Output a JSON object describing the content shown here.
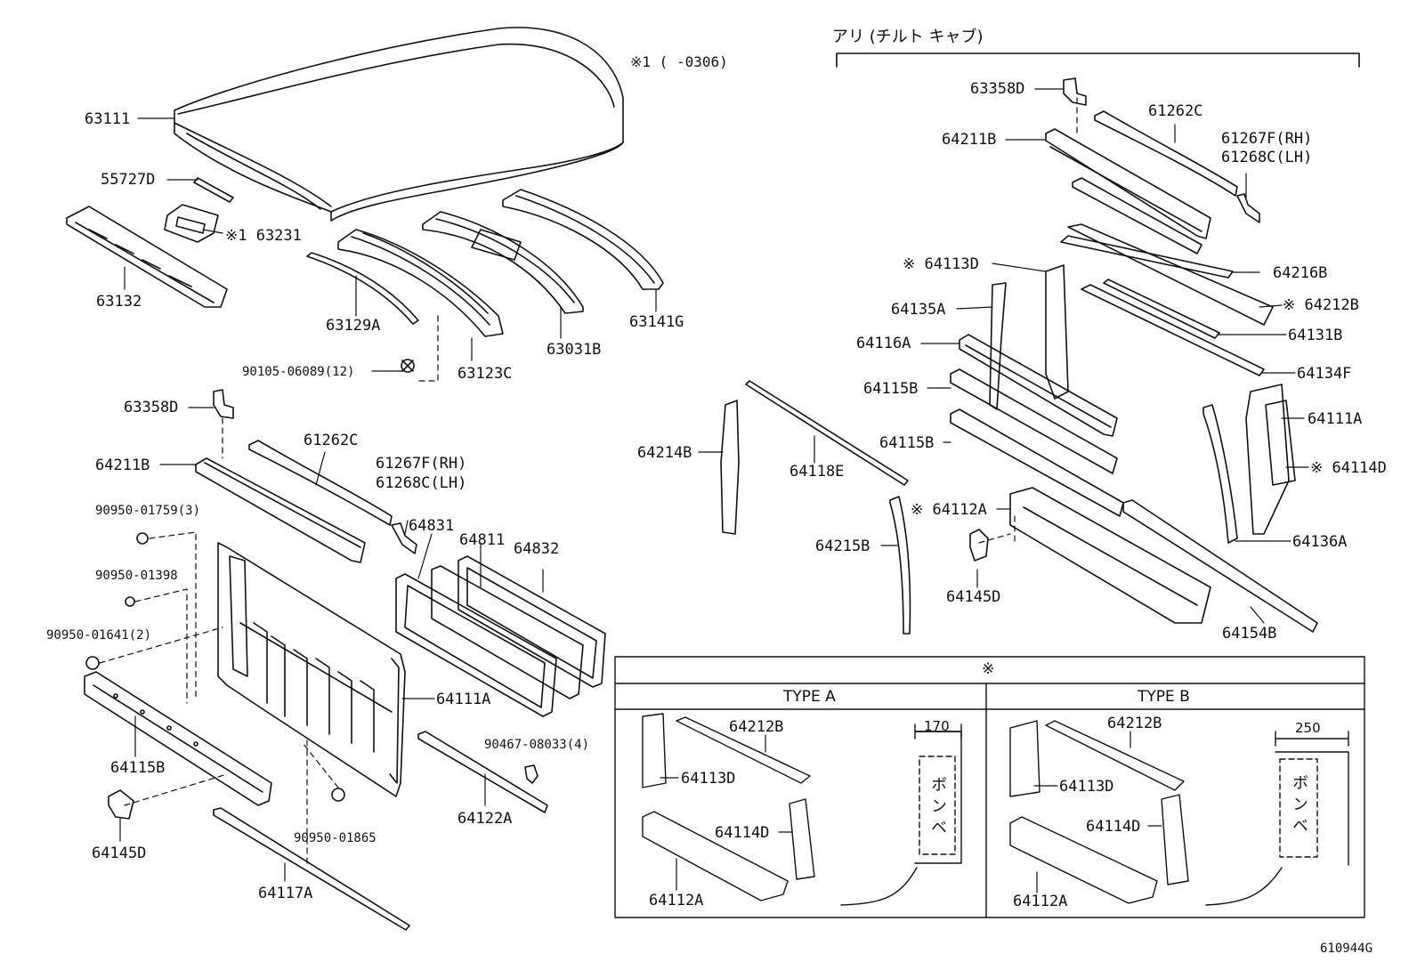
{
  "note_top": "※1 (     -0306)",
  "option_header": "アリ (チルト キャブ)",
  "asterisk": "※",
  "type_a": {
    "title": "TYPE A",
    "dimension": "170",
    "tank_label": "ボンベ",
    "parts": [
      "64212B",
      "64113D",
      "64114D",
      "64112A"
    ]
  },
  "type_b": {
    "title": "TYPE B",
    "dimension": "250",
    "tank_label": "ボンベ",
    "parts": [
      "64212B",
      "64113D",
      "64114D",
      "64112A"
    ]
  },
  "labels": {
    "l63111": "63111",
    "l55727d": "55727D",
    "l63231": "※1 63231",
    "l63132": "63132",
    "l63129a": "63129A",
    "l63123c": "63123C",
    "l63031b": "63031B",
    "l63141g": "63141G",
    "l90105": "90105-06089(12)",
    "l63358d": "63358D",
    "l64211b": "64211B",
    "l61262c": "61262C",
    "l61267f": "61267F(RH)",
    "l61268c": "61268C(LH)",
    "l90950_1759": "90950-01759(3)",
    "l90950_1398": "90950-01398",
    "l90950_1641": "90950-01641(2)",
    "l64831": "64831",
    "l64811": "64811",
    "l64832": "64832",
    "l64111a": "64111A",
    "l64115b": "64115B",
    "l64145d": "64145D",
    "l90950_1865": "90950-01865",
    "l90467": "90467-08033(4)",
    "l64122a": "64122A",
    "l64117a": "64117A",
    "r63358d": "63358D",
    "r64211b": "64211B",
    "r61262c": "61262C",
    "r61267f": "61267F(RH)",
    "r61268c": "61268C(LH)",
    "r64216b": "64216B",
    "r64212b": "※ 64212B",
    "r64131b": "64131B",
    "r64134f": "64134F",
    "r64113d": "※ 64113D",
    "r64135a": "64135A",
    "r64116a": "64116A",
    "r64115b_1": "64115B",
    "r64115b_2": "64115B",
    "r64111a": "64111A",
    "r64114d": "※ 64114D",
    "r64214b": "64214B",
    "r64118e": "64118E",
    "r64112a": "※ 64112A",
    "r64215b": "64215B",
    "r64145d": "64145D",
    "r64136a": "64136A",
    "r64154b": "64154B"
  },
  "ref_code": "610944G"
}
